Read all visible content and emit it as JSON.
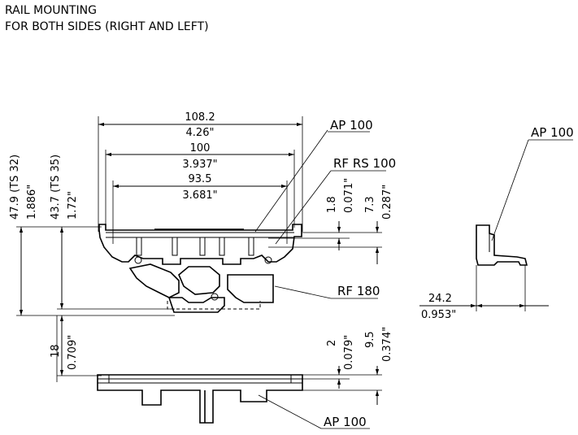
{
  "heading": {
    "line1": "RAIL MOUNTING",
    "line2": "FOR BOTH SIDES (RIGHT AND LEFT)"
  },
  "dimensions": {
    "width_mm": "108.2",
    "width_in": "4.26\"",
    "inner_mm": "100",
    "inner_in": "3.937\"",
    "slot_mm": "93.5",
    "slot_in": "3.681\"",
    "h_ts32_mm": "47.9 (TS 32)",
    "h_ts32_in": "1.886\"",
    "h_ts35_mm": "43.7 (TS 35)",
    "h_ts35_in": "1.72\"",
    "top_a_mm": "1.8",
    "top_a_in": "0.071\"",
    "top_b_mm": "7.3",
    "top_b_in": "0.287\"",
    "rail_h_mm": "18",
    "rail_h_in": "0.709\"",
    "bot_a_mm": "2",
    "bot_a_in": "0.079\"",
    "bot_b_mm": "9.5",
    "bot_b_in": "0.374\"",
    "side_mm": "24.2",
    "side_in": "0.953\""
  },
  "callouts": {
    "ap100_top": "AP 100",
    "rfrs100": "RF RS 100",
    "rf180": "RF 180",
    "ap100_side": "AP 100",
    "ap100_bottom": "AP 100"
  }
}
